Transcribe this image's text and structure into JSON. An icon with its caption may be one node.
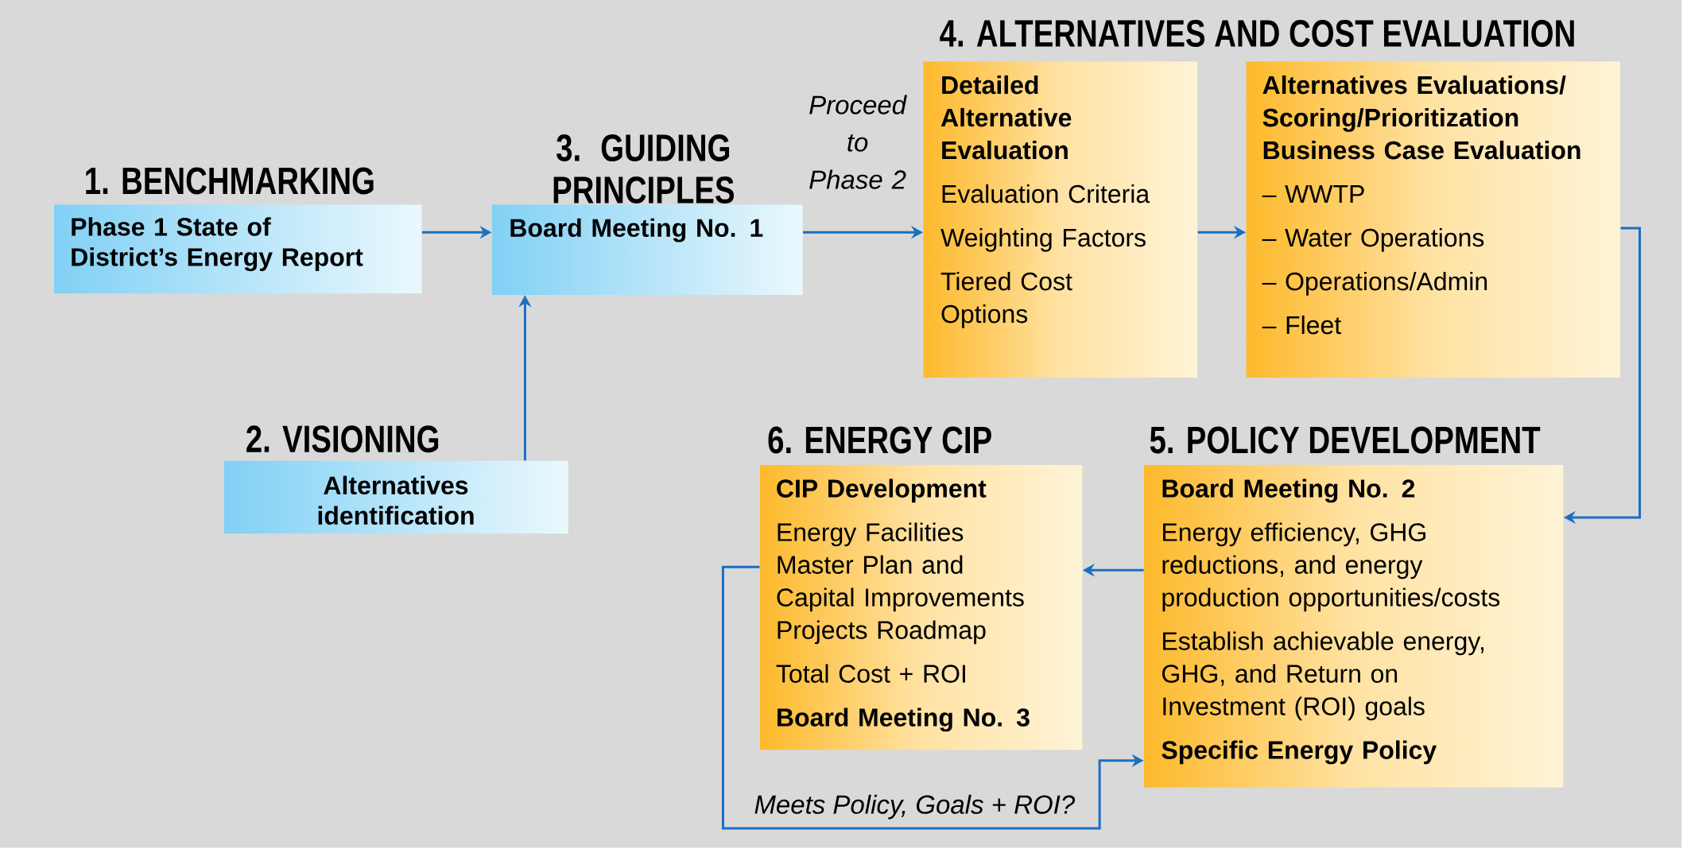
{
  "diagram": {
    "nodes": [
      {
        "text": [
          "1. BENCHMARKING",
          "Phase 1 State of District’s Energy Report"
        ]
      },
      {
        "text": [
          "3. GUIDING PRINCIPLES",
          "Board Meeting No. 1"
        ]
      },
      {
        "text": [
          "2. VISIONING",
          "Alternatives identification"
        ]
      },
      {
        "text": [
          "Detailed Alternative Evaluation",
          "Evaluation Criteria",
          "Weighting Factors",
          "Tiered Cost Options"
        ]
      },
      {
        "text": [
          "Alternatives Evaluations/ Scoring/Prioritization Business Case Evaluation",
          "– WWTP",
          "– Water Operations",
          "– Operations/Admin",
          "– Fleet"
        ]
      },
      {
        "text": [
          "5. POLICY DEVELOPMENT",
          "Board Meeting No. 2",
          "Energy efficiency, GHG reductions, and energy production opportunities/costs",
          "Establish achievable energy, GHG, and Return on Investment (ROI) goals",
          "Specific Energy Policy"
        ]
      },
      {
        "text": [
          "6. ENERGY CIP",
          "CIP Development",
          "Energy Facilities Master Plan and Capital Improvements Projects Roadmap",
          "Total Cost + ROI",
          "Board Meeting No. 3"
        ]
      }
    ],
    "edges": [
      {
        "from": 0,
        "to": 1,
        "arrow": "to"
      },
      {
        "from": 2,
        "to": 1,
        "arrow": "to"
      },
      {
        "from": 1,
        "to": 3,
        "arrow": "to",
        "label": "Proceed to Phase 2"
      },
      {
        "from": 3,
        "to": 4,
        "arrow": "to"
      },
      {
        "from": 4,
        "to": 5,
        "arrow": "to"
      },
      {
        "from": 5,
        "to": 6,
        "arrow": "to"
      },
      {
        "from": 6,
        "to": 5,
        "arrow": "to",
        "label": "Meets Policy, Goals + ROI?"
      }
    ],
    "labels": [
      "4. ALTERNATIVES AND COST EVALUATION"
    ]
  }
}
